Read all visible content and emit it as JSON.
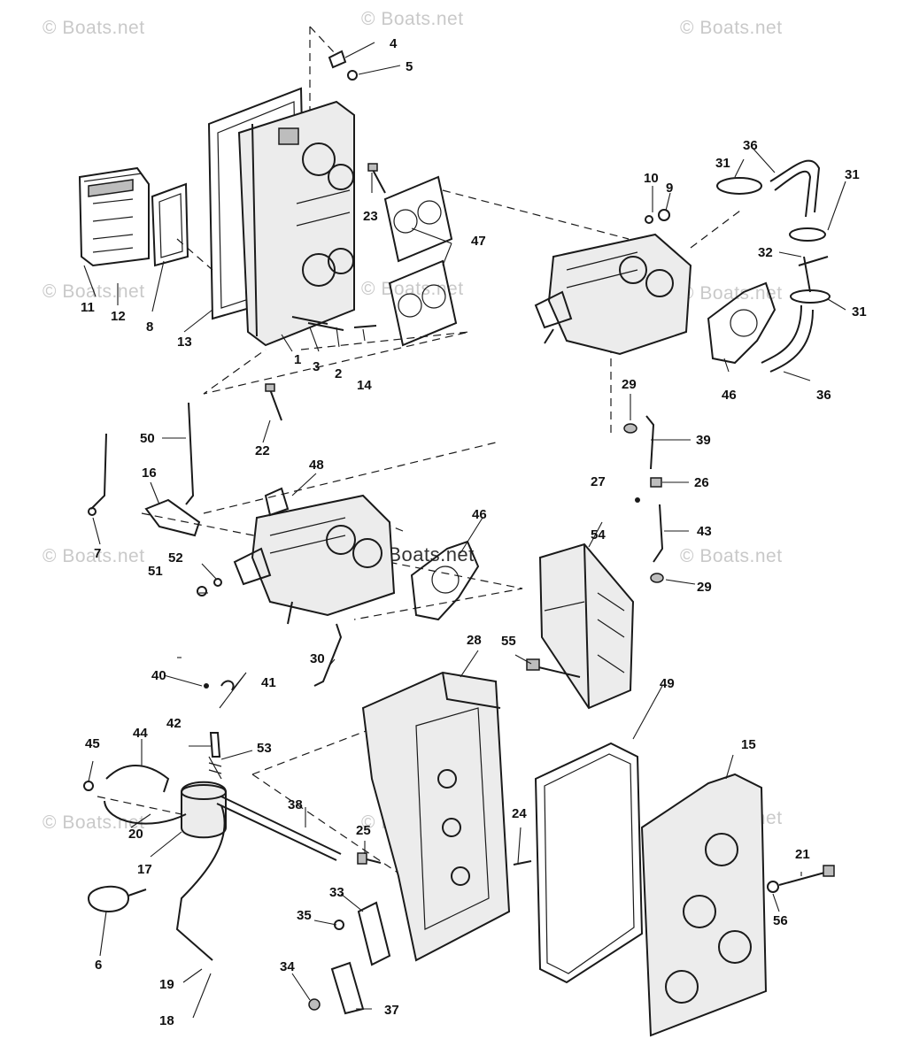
{
  "watermarks": {
    "copyright_symbol": "©",
    "brand": "Boats.net"
  },
  "center_watermark": {
    "brand": "Boats.net"
  },
  "callouts": {
    "c1": "1",
    "c2": "2",
    "c3": "3",
    "c4": "4",
    "c5": "5",
    "c6": "6",
    "c7": "7",
    "c8": "8",
    "c9": "9",
    "c10": "10",
    "c11": "11",
    "c12": "12",
    "c13": "13",
    "c14": "14",
    "c15": "15",
    "c16": "16",
    "c17": "17",
    "c18": "18",
    "c19": "19",
    "c20": "20",
    "c21": "21",
    "c22": "22",
    "c23": "23",
    "c24": "24",
    "c25": "25",
    "c26": "26",
    "c27": "27",
    "c28": "28",
    "c29a": "29",
    "c29b": "29",
    "c30": "30",
    "c31a": "31",
    "c31b": "31",
    "c31c": "31",
    "c32": "32",
    "c33": "33",
    "c34": "34",
    "c35": "35",
    "c36a": "36",
    "c36b": "36",
    "c37": "37",
    "c38": "38",
    "c39": "39",
    "c40": "40",
    "c41": "41",
    "c42": "42",
    "c43": "43",
    "c44": "44",
    "c45": "45",
    "c46a": "46",
    "c46b": "46",
    "c47": "47",
    "c48": "48",
    "c49": "49",
    "c50": "50",
    "c51": "51",
    "c52": "52",
    "c53": "53",
    "c54": "54",
    "c55": "55",
    "c56": "56"
  }
}
